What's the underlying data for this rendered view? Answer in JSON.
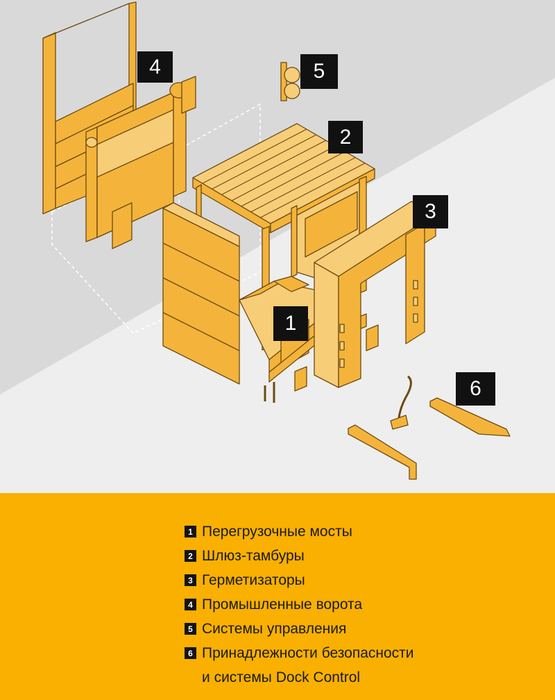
{
  "colors": {
    "accent": "#f9b000",
    "component_fill": "#f4b43b",
    "component_light": "#f8cd78",
    "outline": "#6b4a12",
    "wall_dark": "#d9d9d9",
    "wall_light": "#eeeeee",
    "callout_bg": "#111111"
  },
  "callouts": [
    {
      "number": "1",
      "component": "dock-leveller"
    },
    {
      "number": "2",
      "component": "dock-shelter-house"
    },
    {
      "number": "3",
      "component": "dock-seal"
    },
    {
      "number": "4",
      "component": "industrial-doors"
    },
    {
      "number": "5",
      "component": "control-system"
    },
    {
      "number": "6",
      "component": "safety-accessories"
    }
  ],
  "legend": {
    "items": [
      {
        "number": "1",
        "label": "Перегрузочные мосты"
      },
      {
        "number": "2",
        "label": "Шлюз-тамбуры"
      },
      {
        "number": "3",
        "label": "Герметизаторы"
      },
      {
        "number": "4",
        "label": "Промышленные ворота"
      },
      {
        "number": "5",
        "label": "Системы управления"
      },
      {
        "number": "6",
        "label": "Принадлежности безопасности",
        "continuation": "и системы Dock Control"
      }
    ]
  }
}
